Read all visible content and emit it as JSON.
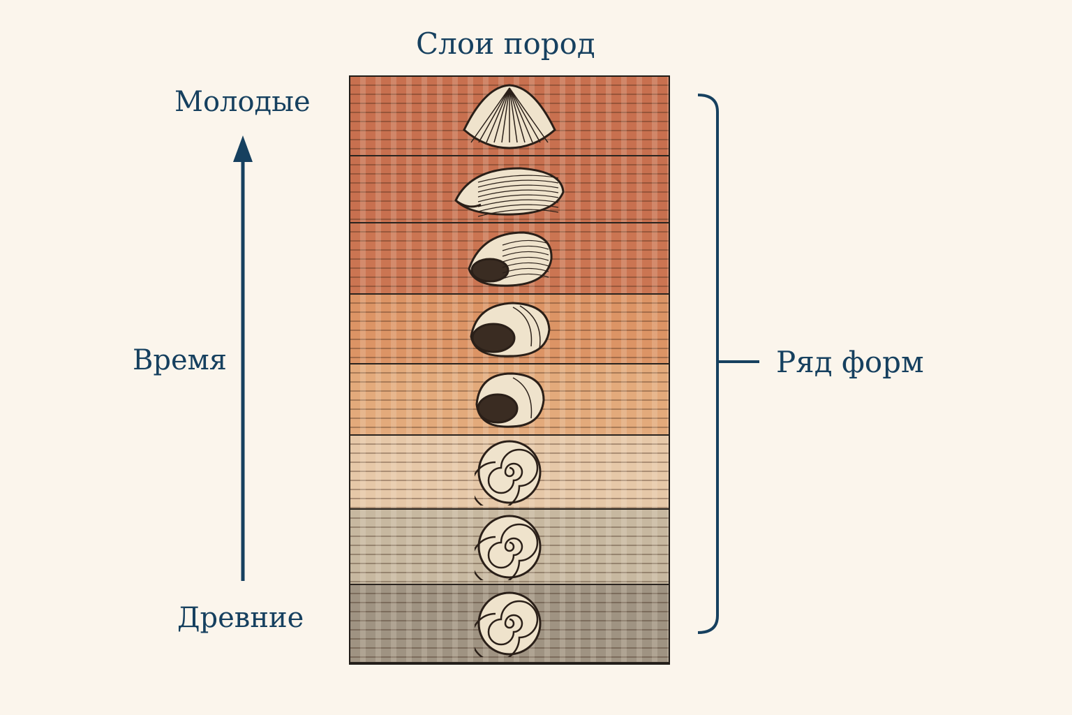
{
  "title": "Слои пород",
  "labels": {
    "young": "Молодые",
    "time": "Время",
    "ancient": "Древние",
    "series": "Ряд форм"
  },
  "colors": {
    "text": "#16405f",
    "background": "#fbf5ec"
  },
  "layers": [
    {
      "color": "#c8704f",
      "fossil": "bivalve-shell-icon"
    },
    {
      "color": "#c8704f",
      "fossil": "elongated-shell-icon"
    },
    {
      "color": "#cb7552",
      "fossil": "snail-shell-open-icon"
    },
    {
      "color": "#dc9465",
      "fossil": "snail-shell-round-icon"
    },
    {
      "color": "#e3aa7b",
      "fossil": "snail-shell-small-icon"
    },
    {
      "color": "#e6c8a8",
      "fossil": "spiral-shell-icon"
    },
    {
      "color": "#c7b8a0",
      "fossil": "spiral-shell-icon"
    },
    {
      "color": "#9f9382",
      "fossil": "spiral-shell-icon"
    }
  ]
}
